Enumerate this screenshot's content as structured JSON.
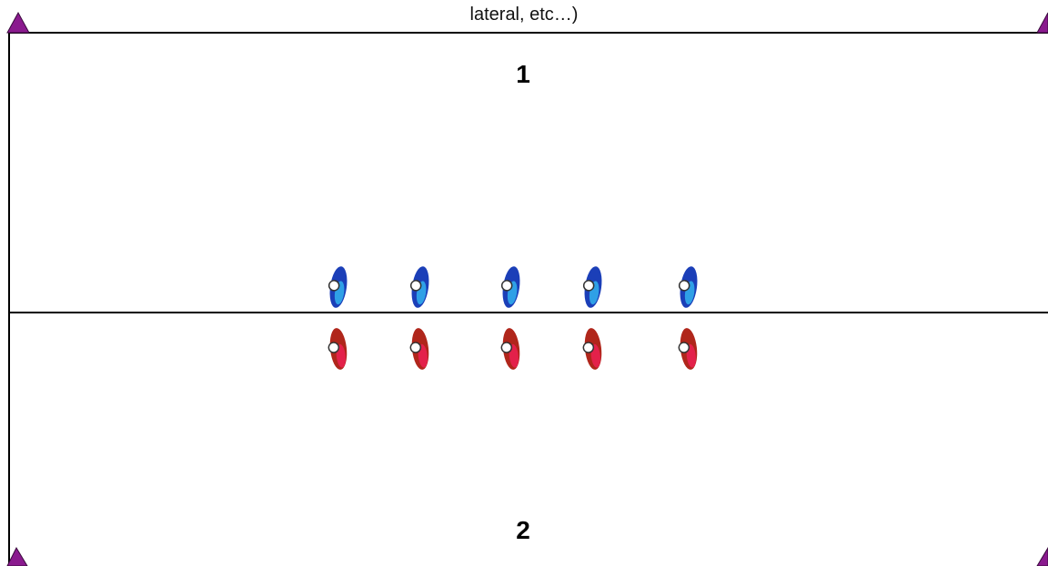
{
  "caption": "lateral, etc…)",
  "zones": {
    "top_label": "1",
    "bottom_label": "2"
  },
  "cone_color": "#8a1a8e",
  "teams": {
    "blue": {
      "color_dark": "#1b3fb8",
      "color_light": "#2fa0e6",
      "players": 5
    },
    "red": {
      "color_dark": "#b0261b",
      "color_light": "#e3214a",
      "players": 5
    }
  }
}
